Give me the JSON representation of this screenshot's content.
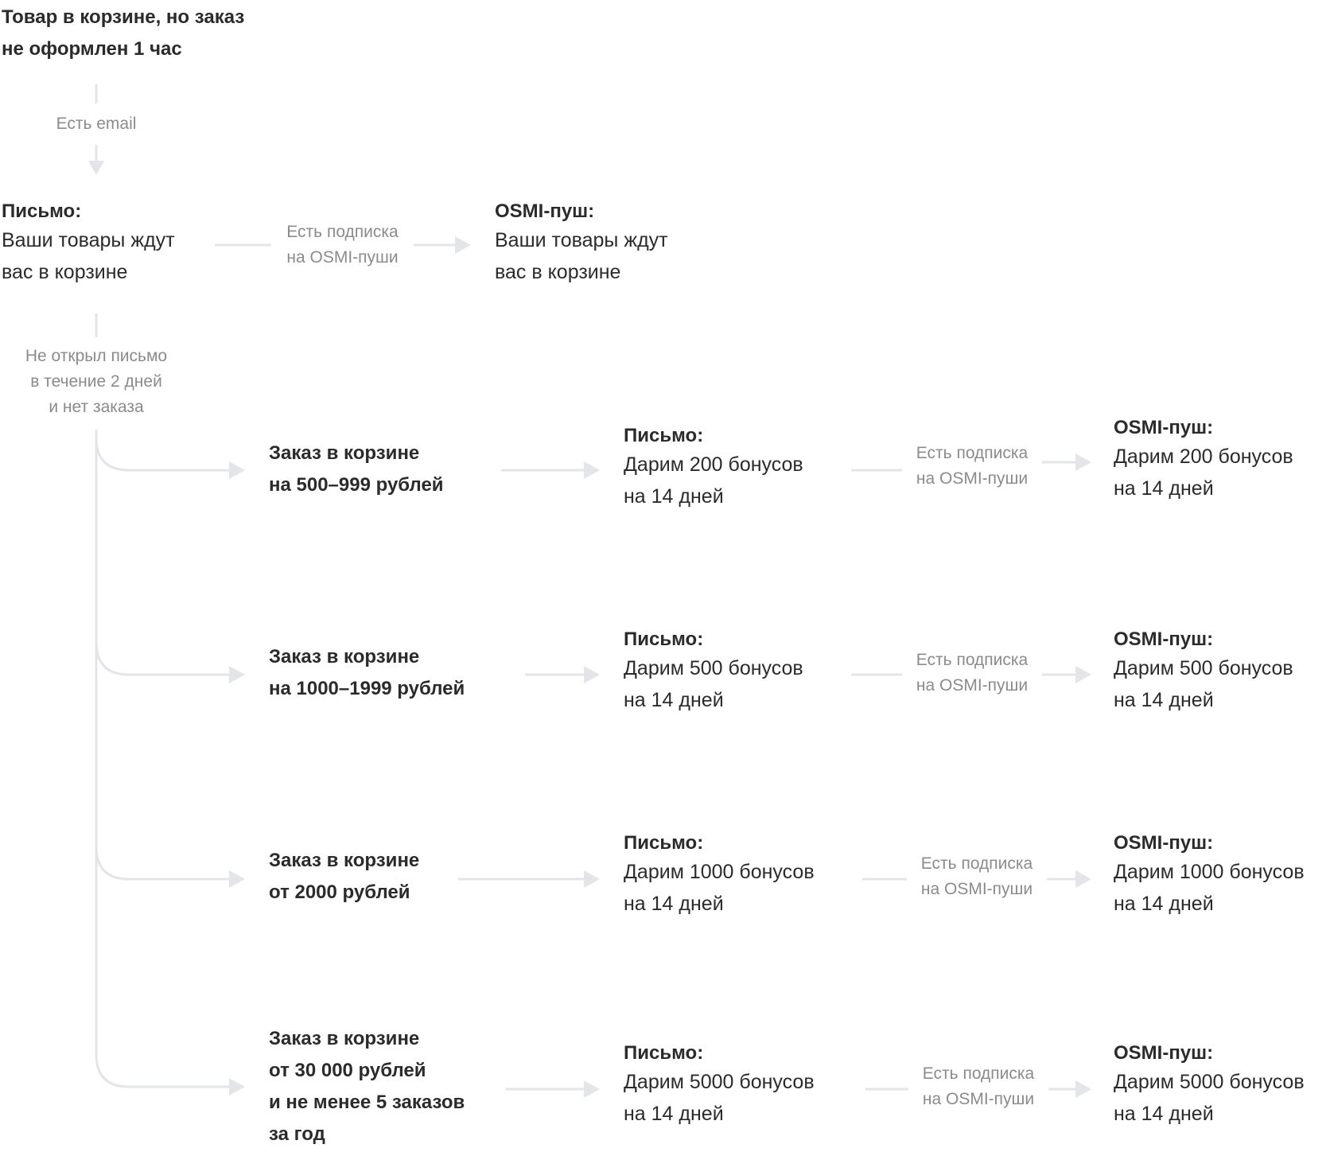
{
  "trigger": {
    "line1": "Товар в корзине, но заказ",
    "line2": "не оформлен 1 час"
  },
  "edge_email": "Есть email",
  "email1": {
    "title": "Письмо:",
    "line1": "Ваши товары ждут",
    "line2": "вас в корзине"
  },
  "edge_push_top": {
    "line1": "Есть подписка",
    "line2": "на OSMI-пуши"
  },
  "push1": {
    "title": "OSMI-пуш:",
    "line1": "Ваши товары ждут",
    "line2": "вас в корзине"
  },
  "edge_not_opened": {
    "line1": "Не открыл письмо",
    "line2": "в течение 2 дней",
    "line3": "и нет заказа"
  },
  "branches": [
    {
      "condition": [
        "Заказ в корзине",
        "на 500–999 рублей"
      ],
      "email": {
        "title": "Письмо:",
        "line1": "Дарим 200 бонусов",
        "line2": "на 14 дней"
      },
      "edge": {
        "line1": "Есть подписка",
        "line2": "на OSMI-пуши"
      },
      "push": {
        "title": "OSMI-пуш:",
        "line1": "Дарим 200 бонусов",
        "line2": "на 14 дней"
      }
    },
    {
      "condition": [
        "Заказ в корзине",
        "на 1000–1999 рублей"
      ],
      "email": {
        "title": "Письмо:",
        "line1": "Дарим 500 бонусов",
        "line2": "на 14 дней"
      },
      "edge": {
        "line1": "Есть подписка",
        "line2": "на OSMI-пуши"
      },
      "push": {
        "title": "OSMI-пуш:",
        "line1": "Дарим 500 бонусов",
        "line2": "на 14 дней"
      }
    },
    {
      "condition": [
        "Заказ в корзине",
        "от 2000 рублей"
      ],
      "email": {
        "title": "Письмо:",
        "line1": "Дарим 1000 бонусов",
        "line2": "на 14 дней"
      },
      "edge": {
        "line1": "Есть подписка",
        "line2": "на OSMI-пуши"
      },
      "push": {
        "title": "OSMI-пуш:",
        "line1": "Дарим 1000 бонусов",
        "line2": "на 14 дней"
      }
    },
    {
      "condition": [
        "Заказ в корзине",
        "от 30 000 рублей",
        "и не менее 5 заказов",
        "за год"
      ],
      "email": {
        "title": "Письмо:",
        "line1": "Дарим 5000 бонусов",
        "line2": "на 14 дней"
      },
      "edge": {
        "line1": "Есть подписка",
        "line2": "на OSMI-пуши"
      },
      "push": {
        "title": "OSMI-пуш:",
        "line1": "Дарим 5000 бонусов",
        "line2": "на 14 дней"
      }
    }
  ],
  "colors": {
    "connector": "#e3e5e9",
    "label": "#8b8b8b",
    "text": "#2b2b2b"
  }
}
